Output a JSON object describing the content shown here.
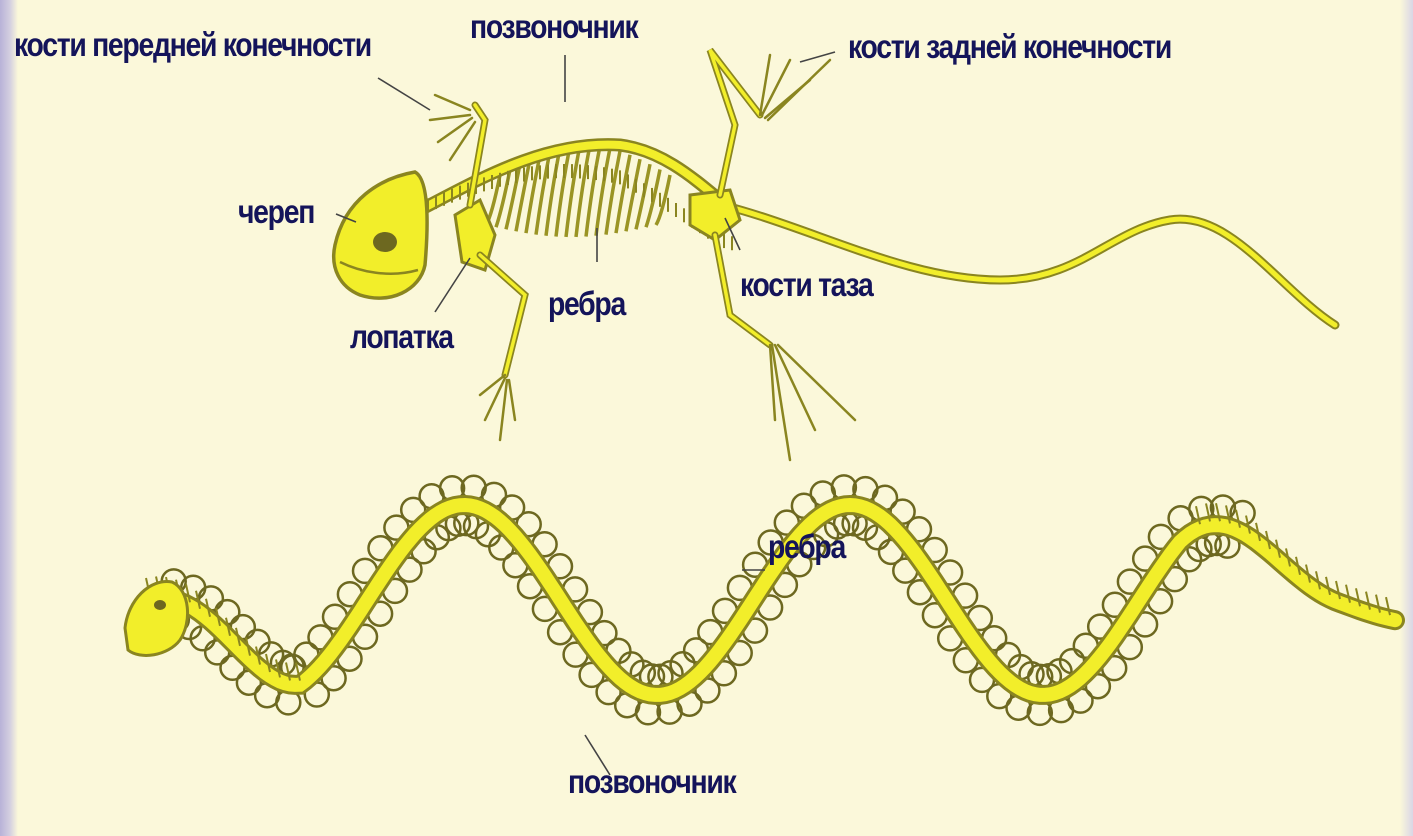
{
  "colors": {
    "background": "#fbf8da",
    "bone": "#f2ee2a",
    "bone_outline": "#8a8520",
    "label_text": "#14145a",
    "leader_line": "#333333"
  },
  "lizard": {
    "labels": {
      "forelimb_bones": "кости передней конечности",
      "spine": "позвоночник",
      "hindlimb_bones": "кости задней конечности",
      "skull": "череп",
      "scapula": "лопатка",
      "ribs": "ребра",
      "pelvic_bones": "кости таза"
    }
  },
  "snake": {
    "labels": {
      "ribs": "ребра",
      "spine": "позвоночник"
    }
  }
}
